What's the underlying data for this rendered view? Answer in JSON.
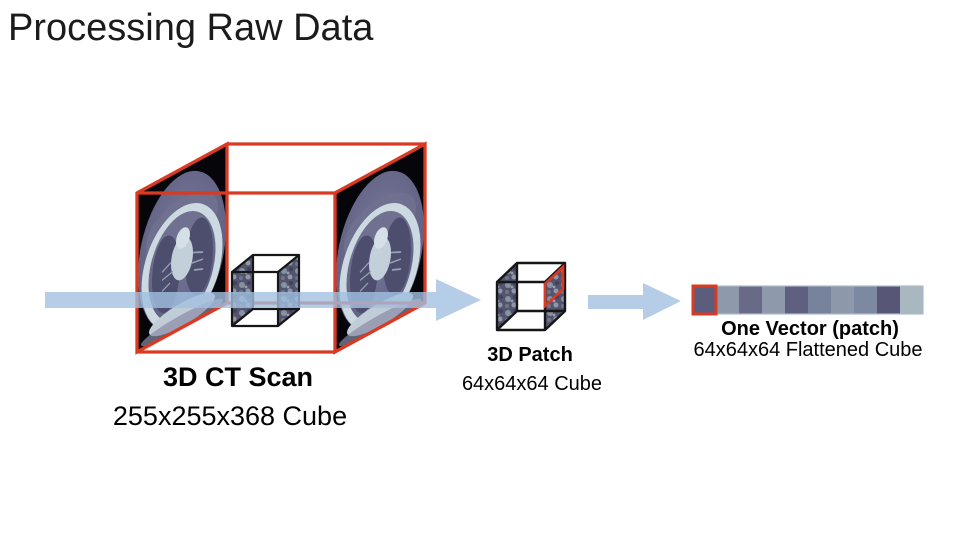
{
  "slide": {
    "title": "Processing Raw Data"
  },
  "stages": [
    {
      "label": "3D CT Scan",
      "sublabel": "255x255x368 Cube"
    },
    {
      "label": "3D Patch",
      "sublabel": "64x64x64 Cube"
    },
    {
      "label": "One Vector (patch)",
      "sublabel": "64x64x64 Flattened Cube"
    }
  ],
  "colors": {
    "accent_red": "#d93a22",
    "arrow_blue": "#a3c1e1",
    "edge_black": "#161616",
    "strip_outline": "#aebccb",
    "slice_background": "#06060a"
  },
  "vector": {
    "cells": [
      "#5c5c7d",
      "#8e9aab",
      "#696988",
      "#8e9aab",
      "#5f5f80",
      "#77839c",
      "#8d99aa",
      "#7d89a1",
      "#575677",
      "#a9b8bf"
    ]
  }
}
